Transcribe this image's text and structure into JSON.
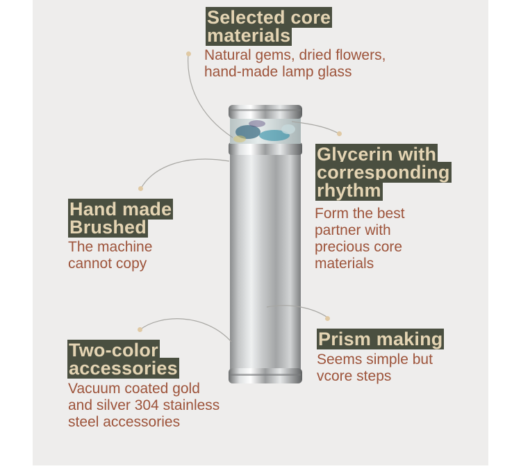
{
  "features": {
    "core": {
      "title": "Selected core materials",
      "desc_line1": "Natural gems, dried flowers,",
      "desc_line2": "hand-made lamp glass"
    },
    "glycerin": {
      "title": "Glycerin with corresponding rhythm",
      "desc_line1": "Form the best",
      "desc_line2": "partner with",
      "desc_line3": "precious core",
      "desc_line4": "materials"
    },
    "brushed": {
      "title": "Hand made Brushed",
      "desc_line1": "The machine",
      "desc_line2": "cannot copy"
    },
    "prism": {
      "title": "Prism making",
      "desc_line1": "Seems simple but",
      "desc_line2": "vcore steps"
    },
    "accessories": {
      "title": "Two-color accessories",
      "desc_line1": "Vacuum coated gold",
      "desc_line2": "and silver 304 stainless",
      "desc_line3": "steel accessories"
    }
  },
  "colors": {
    "panel_bg": "#eeedec",
    "title_bg": "#4a4f40",
    "title_text": "#e4d4b3",
    "desc_text": "#9d533a",
    "dot": "#e0c9a4"
  }
}
